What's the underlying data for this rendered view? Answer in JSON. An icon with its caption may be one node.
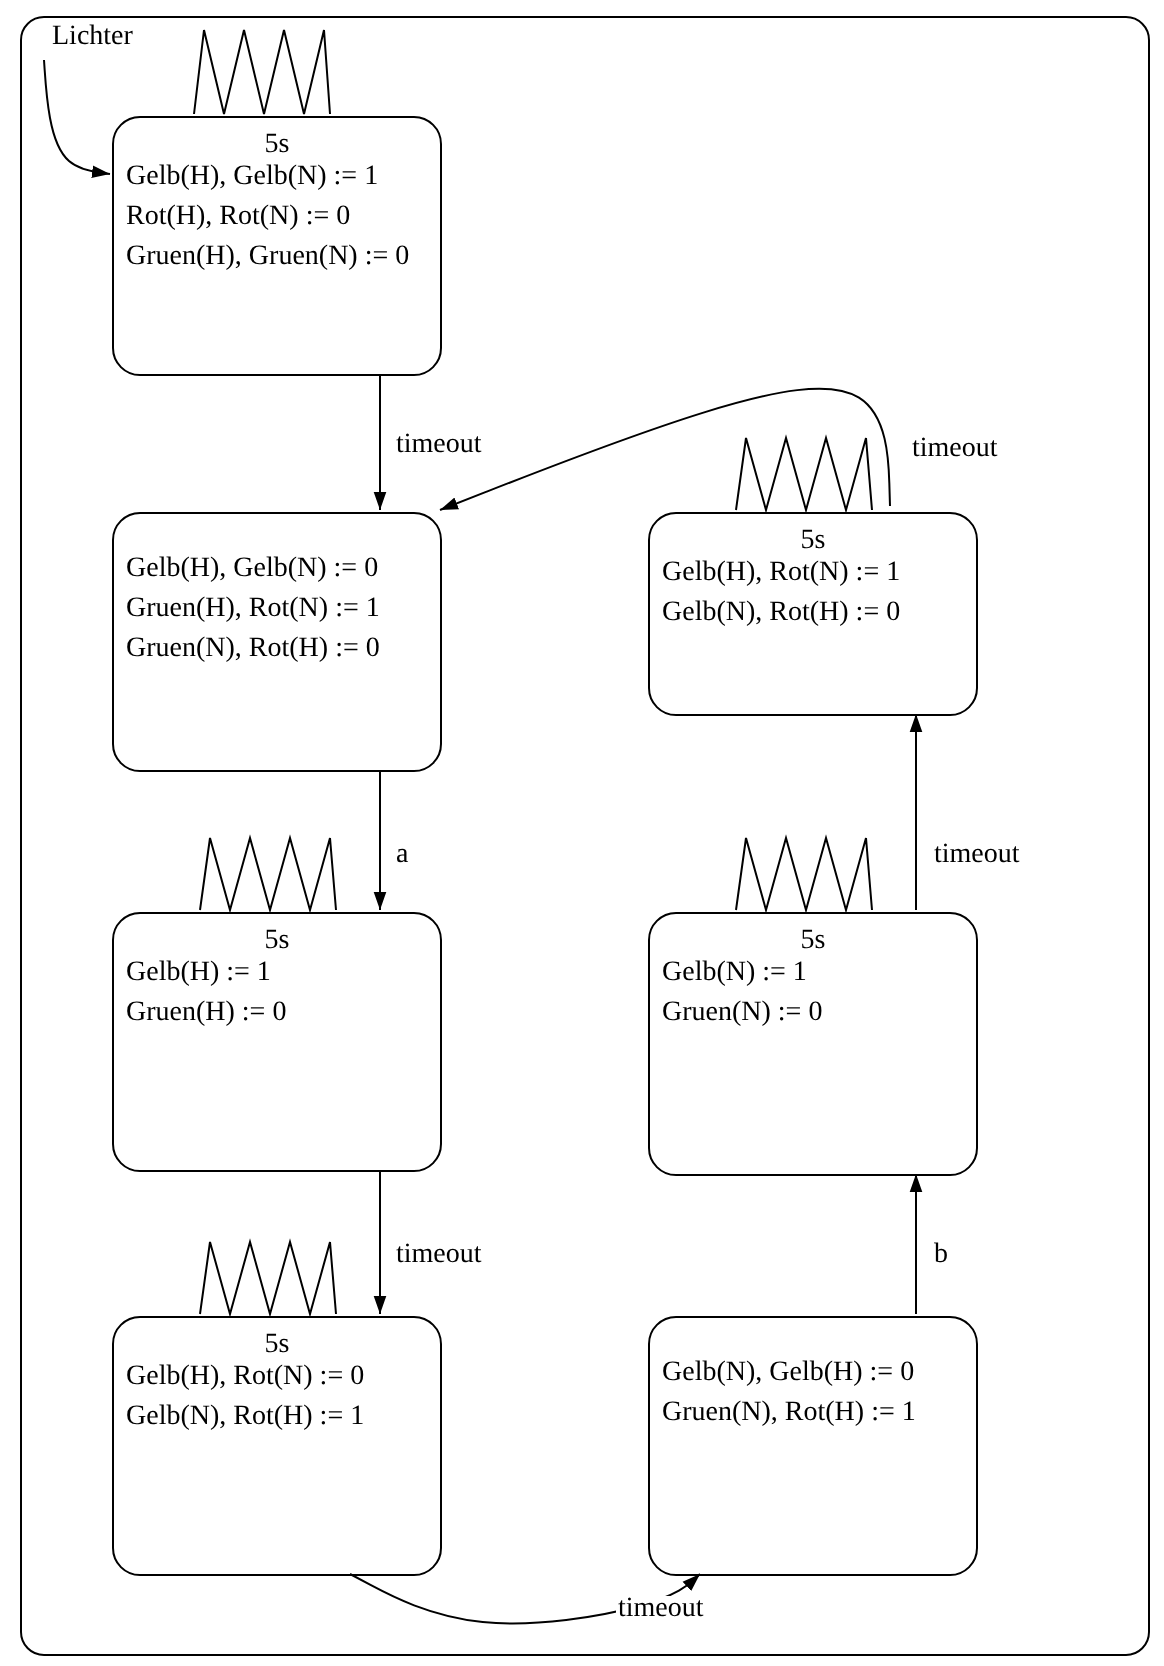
{
  "diagram": {
    "nodes": [
      {
        "text": [
          "Lichter"
        ]
      },
      {
        "text": [
          "5s",
          "Gelb(H), Gelb(N) := 1",
          "Rot(H), Rot(N) := 0",
          "Gruen(H), Gruen(N) := 0"
        ],
        "in": 0
      },
      {
        "text": [
          "Gelb(H), Gelb(N) := 0",
          "Gruen(H), Rot(N) := 1",
          "Gruen(N), Rot(H) := 0"
        ],
        "in": 0
      },
      {
        "text": [
          "5s",
          "Gelb(H), Rot(N) := 1",
          "Gelb(N), Rot(H) := 0"
        ],
        "in": 0
      },
      {
        "text": [
          "5s",
          "Gelb(H) := 1",
          "Gruen(H) := 0"
        ],
        "in": 0
      },
      {
        "text": [
          "5s",
          "Gelb(N) := 1",
          "Gruen(N) := 0"
        ],
        "in": 0
      },
      {
        "text": [
          "5s",
          "Gelb(H), Rot(N) := 0",
          "Gelb(N), Rot(H) := 1"
        ],
        "in": 0
      },
      {
        "text": [
          "Gelb(N), Gelb(H) := 0",
          "Gruen(N), Rot(H) := 1"
        ],
        "in": 0
      }
    ],
    "edges": [
      {
        "from": null,
        "to": 1,
        "arrow": "to"
      },
      {
        "from": 1,
        "to": 2,
        "arrow": "to",
        "label": "timeout"
      },
      {
        "from": 3,
        "to": 2,
        "arrow": "to",
        "label": "timeout"
      },
      {
        "from": 2,
        "to": 4,
        "arrow": "to",
        "label": "a"
      },
      {
        "from": 4,
        "to": 6,
        "arrow": "to",
        "label": "timeout"
      },
      {
        "from": 6,
        "to": 7,
        "arrow": "to",
        "label": "timeout"
      },
      {
        "from": 7,
        "to": 5,
        "arrow": "to",
        "label": "b"
      },
      {
        "from": 5,
        "to": 3,
        "arrow": "to",
        "label": "timeout"
      }
    ]
  }
}
